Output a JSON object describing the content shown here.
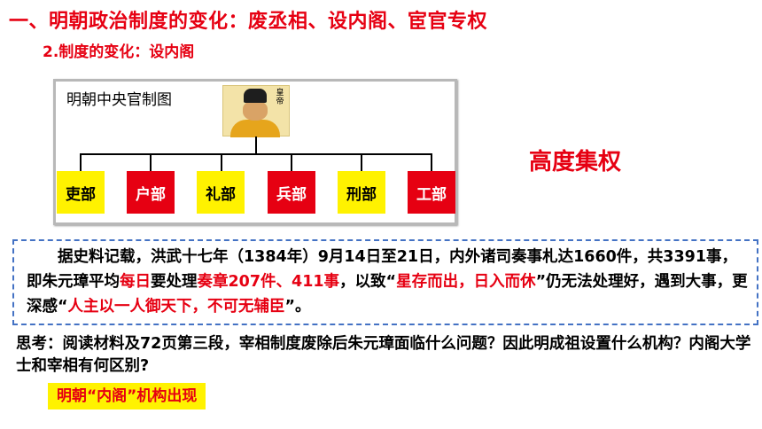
{
  "title": "一、明朝政治制度的变化：废丞相、设内阁、宦官专权",
  "subtitle": "2.制度的变化：设内阁",
  "chart": {
    "label": "明朝中央官制图",
    "emperor_tag": "皇帝",
    "departments": [
      {
        "name": "吏部",
        "color": "yellow"
      },
      {
        "name": "户部",
        "color": "red"
      },
      {
        "name": "礼部",
        "color": "yellow"
      },
      {
        "name": "兵部",
        "color": "red"
      },
      {
        "name": "刑部",
        "color": "yellow"
      },
      {
        "name": "工部",
        "color": "red"
      }
    ]
  },
  "side_label": "高度集权",
  "material": {
    "p1": "据史料记载，洪武十七年（1384年）9月14日至21日，内外诸司奏事札达1660件，共3391事，即朱元璋平均",
    "r1": "每日",
    "p2": "要处理",
    "r2": "奏章207件、411事",
    "p3": "，以致“",
    "r3": "星存而出，日入而休",
    "p4": "”仍无法处理好，遇到大事，更深感“",
    "r4": "人主以一人御天下，不可无辅臣",
    "p5": "”。"
  },
  "question": "思考：阅读材料及72页第三段，宰相制度废除后朱元璋面临什么问题？因此明成祖设置什么机构？内阁大学士和宰相有何区别?",
  "answer": "明朝“内阁”机构出现",
  "colors": {
    "accent_red": "#e60012",
    "highlight_yellow": "#fff200",
    "border_blue": "#4472c4"
  }
}
